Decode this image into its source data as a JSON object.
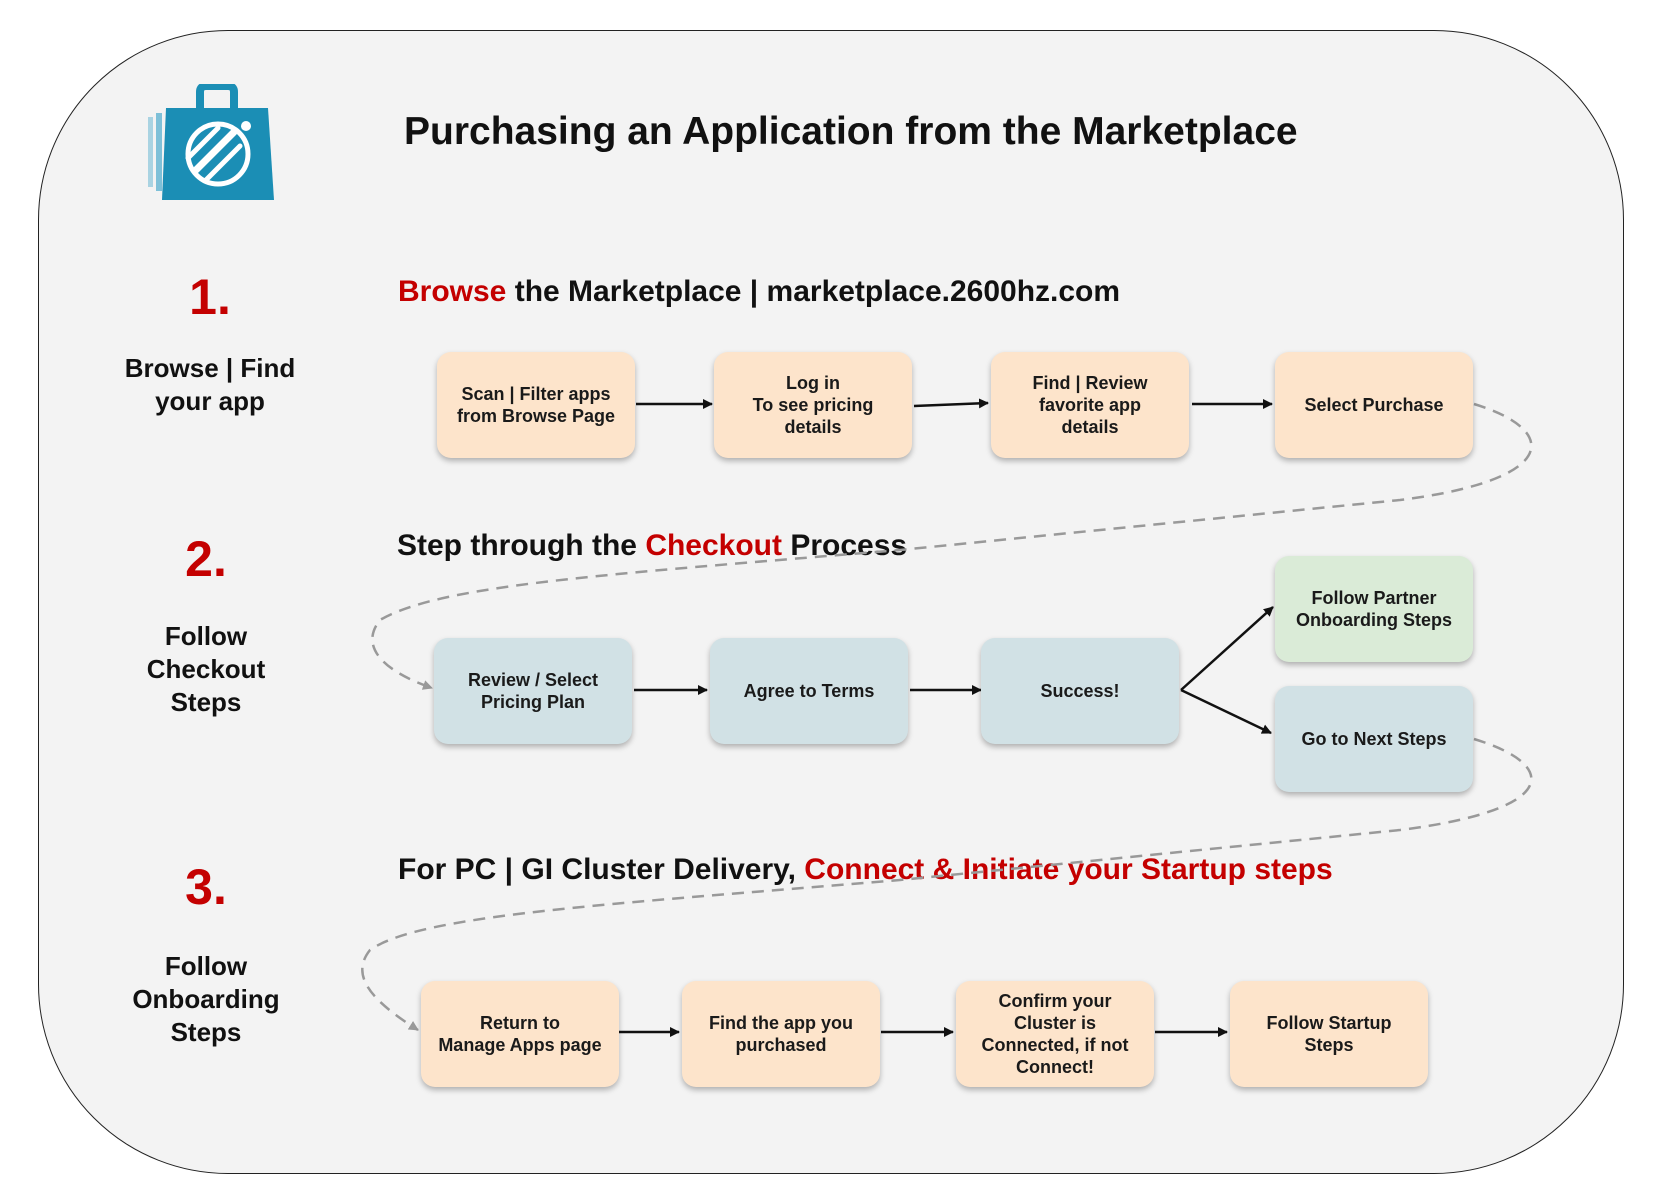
{
  "colors": {
    "accent_red": "#c40000",
    "box_peach": "#fde4cb",
    "box_bluegray": "#d1e1e5",
    "box_green": "#daebd7",
    "logo_blue": "#1b8eb5"
  },
  "logo": {
    "icon": "shopping-bag-icon"
  },
  "title": "Purchasing an Application from the Marketplace",
  "steps": [
    {
      "number": "1.",
      "label": "Browse | Find\nyour app"
    },
    {
      "number": "2.",
      "label": "Follow\nCheckout\nSteps"
    },
    {
      "number": "3.",
      "label": "Follow\nOnboarding\nSteps"
    }
  ],
  "sections": [
    {
      "heading_pre": "",
      "heading_red": "Browse",
      "heading_post": "  the Marketplace | marketplace.2600hz.com"
    },
    {
      "heading_pre": "Step through  the ",
      "heading_red": "Checkout",
      "heading_post": " Process"
    },
    {
      "heading_pre": "For PC | GI Cluster Delivery, ",
      "heading_red": "Connect & Initiate your Startup steps",
      "heading_post": ""
    }
  ],
  "boxes": {
    "scan": "Scan | Filter apps\nfrom Browse Page",
    "login": "Log in\nTo see pricing\ndetails",
    "find_review": "Find | Review\nfavorite app\ndetails",
    "select_purchase": "Select Purchase",
    "review_select": "Review / Select\nPricing Plan",
    "agree": "Agree to Terms",
    "success": "Success!",
    "partner": "Follow Partner\nOnboarding Steps",
    "next_steps": "Go to Next Steps",
    "return_manage": "Return to\nManage Apps page",
    "find_app": "Find the app you\npurchased",
    "confirm_cluster": "Confirm your\nCluster is\nConnected, if not\nConnect!",
    "follow_startup": "Follow Startup\nSteps"
  }
}
